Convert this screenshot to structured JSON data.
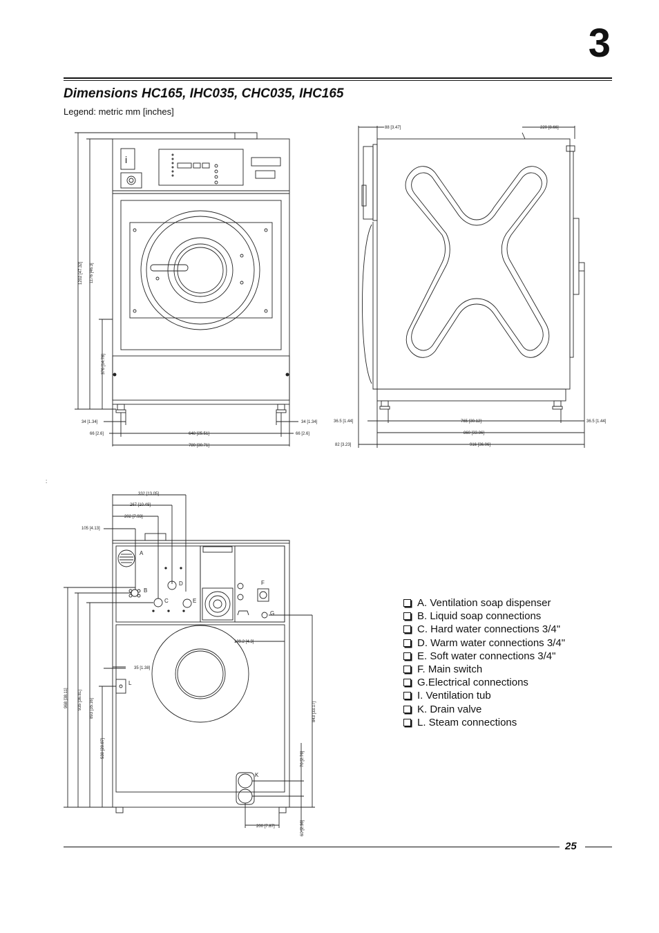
{
  "header": {
    "chapter_number": "3",
    "title": "Dimensions HC165, IHC035, CHC035, IHC165",
    "legend_note": "Legend: metric mm [inches]"
  },
  "front_view": {
    "dims": {
      "total_height": "1202 [47.32]",
      "body_height": "1176 [46.3]",
      "lower_height": "376 [14.78]",
      "foot_left": "34 [1.34]",
      "foot_right": "34 [1.34]",
      "margin_left": "66 [2.6]",
      "margin_right": "66 [2.6]",
      "foot_span": "648 [25.51]",
      "total_width": "780 [30.71]"
    }
  },
  "side_view": {
    "dims": {
      "top_left": "88 [3.47]",
      "top_right": "220 [8.66]",
      "foot_left": "36.5 [1.44]",
      "foot_right": "36.5 [1.44]",
      "foot_span": "765 [30.12]",
      "body_depth": "860 [33.86]",
      "front_offset": "82 [3.23]",
      "total_depth": "916 [36.06]"
    }
  },
  "rear_view": {
    "separator": ":",
    "labels": {
      "a": "A",
      "b": "B",
      "c": "C",
      "d": "D",
      "e": "E",
      "f": "F",
      "g": "G",
      "l": "L",
      "k": "K"
    },
    "dims": {
      "w332": "332 [13.05]",
      "w267": "267 [10.49]",
      "w202": "202 [7.93]",
      "w105": "105 [4.13]",
      "h968": "968 [38.11]",
      "h935": "935 [36.81]",
      "h893": "893 [35.16]",
      "h530": "530 [20.87]",
      "w35": "35 [1.38]",
      "w109": "109.2 [4.3]",
      "h843": "843 [33.17]",
      "h70": "70 [2.76]",
      "w200": "200 [7.87]",
      "h60": "60 [2.36]"
    }
  },
  "legend_items": [
    "A. Ventilation soap dispenser",
    "B. Liquid soap connections",
    "C. Hard water connections 3/4\"",
    "D. Warm water connections 3/4\"",
    "E. Soft water connections 3/4\"",
    "F. Main switch",
    "G.Electrical connections",
    "I.  Ventilation tub",
    "K. Drain valve",
    "L. Steam connections"
  ],
  "footer": {
    "page_number": "25"
  }
}
